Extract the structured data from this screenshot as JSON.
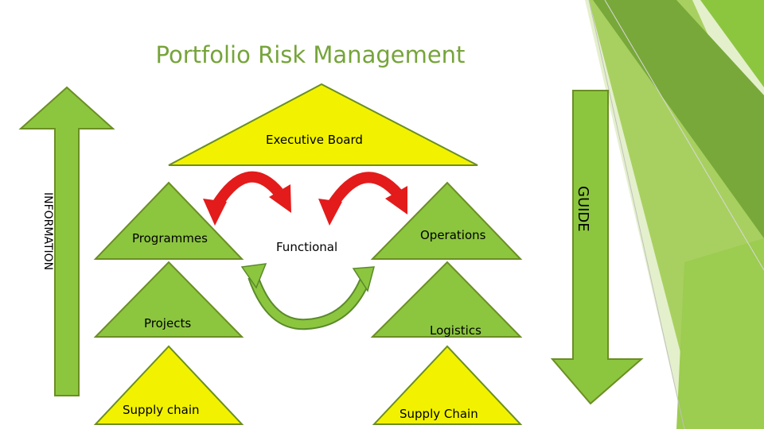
{
  "slide": {
    "title": "Portfolio Risk Management",
    "executive": "Executive Board",
    "left_arrow": "INFORMATION",
    "right_arrow": "GUIDE",
    "nodes": {
      "programmes": "Programmes",
      "functional": "Functional",
      "operations": "Operations",
      "projects": "Projects",
      "logistics": "Logistics",
      "supply_chain_left": "Supply chain",
      "supply_chain_right": "Supply Chain"
    }
  },
  "colors": {
    "title": "#76a43a",
    "triangle_green": "#8cc63f",
    "triangle_yellow": "#f2f200",
    "triangle_stroke": "#6b8e23",
    "curved_red": "#e31b1b",
    "curved_green": "#7ab648"
  }
}
